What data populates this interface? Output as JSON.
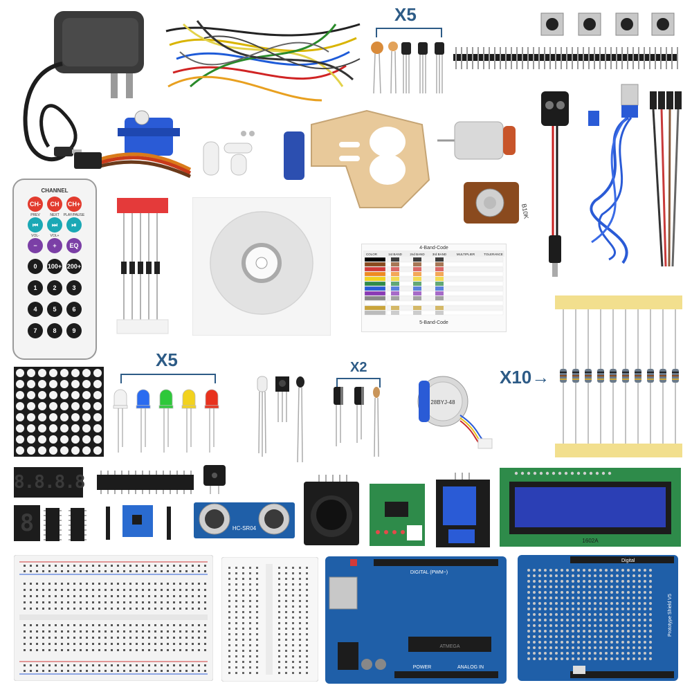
{
  "labels": {
    "qty_top": "X5",
    "qty_leds": "X5",
    "qty_caps": "X2",
    "qty_resistors": "X10→"
  },
  "remote": {
    "channel": "CHANNEL",
    "top_row": [
      "CH-",
      "CH",
      "CH+"
    ],
    "row2_captions": [
      "PREV",
      "NEXT",
      "PLAY/PAUSE"
    ],
    "row3_captions": [
      "VOL-",
      "VOL+",
      ""
    ],
    "eq": "EQ",
    "keys": [
      "0",
      "100+",
      "200+",
      "1",
      "2",
      "3",
      "4",
      "5",
      "6",
      "7",
      "8",
      "9"
    ]
  },
  "resistor_card": {
    "title_top": "4-Band-Code",
    "title_bottom": "5-Band-Code",
    "headers": [
      "COLOR",
      "1st BAND",
      "2nd BAND",
      "3rd BAND",
      "MULTIPLIER",
      "TOLERANCE"
    ]
  },
  "chips": {
    "lcd_label": "1602A",
    "ultrasonic_label": "HC-SR04",
    "uno_digital": "DIGITAL (PWM~)",
    "uno_power": "POWER",
    "uno_analog": "ANALOG IN",
    "shield_label": "Prototype Shield V5",
    "shield_digital": "Digital",
    "atmega_marking": "ATMEGA",
    "pot_marking": "B10K",
    "stepper_marking": "28BYJ-48"
  },
  "seg4": "8.8.8.8",
  "seg1": "8",
  "colors": {
    "brand_blue": "#2d5b86",
    "pcb_blue": "#1f5fa8",
    "pcb_green": "#2e8b4a",
    "lcd_blue": "#2b3fb5",
    "remote_red": "#e23b2e",
    "remote_cyan": "#1ba8b5",
    "remote_purple": "#7b3fa6"
  }
}
